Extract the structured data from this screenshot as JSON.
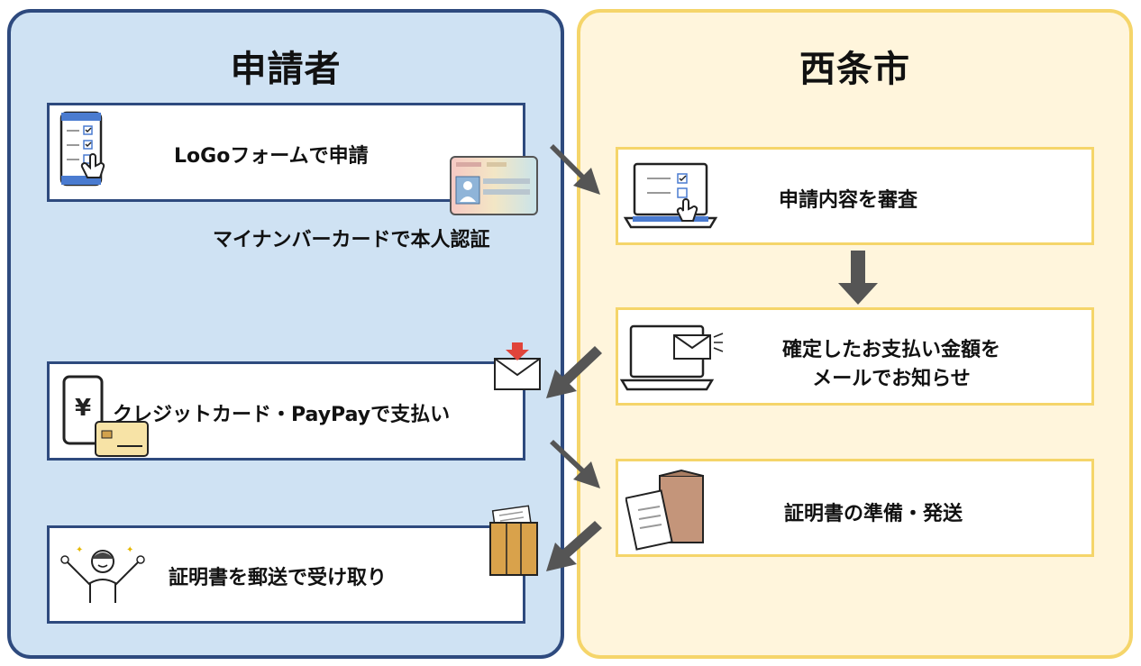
{
  "applicant": {
    "title": "申請者",
    "steps": [
      "LoGoフォームで申請",
      "マイナンバーカードで本人認証",
      "クレジットカード・PayPayで支払い",
      "証明書を郵送で受け取り"
    ]
  },
  "city": {
    "title": "西条市",
    "steps": [
      "申請内容を審査",
      "確定したお支払い金額を",
      "メールでお知らせ",
      "証明書の準備・発送"
    ]
  },
  "colors": {
    "applicant_bg": "#cfe2f3",
    "applicant_border": "#2e4a7e",
    "city_bg": "#fff5dc",
    "city_border": "#f5d56a",
    "arrow": "#555555"
  }
}
